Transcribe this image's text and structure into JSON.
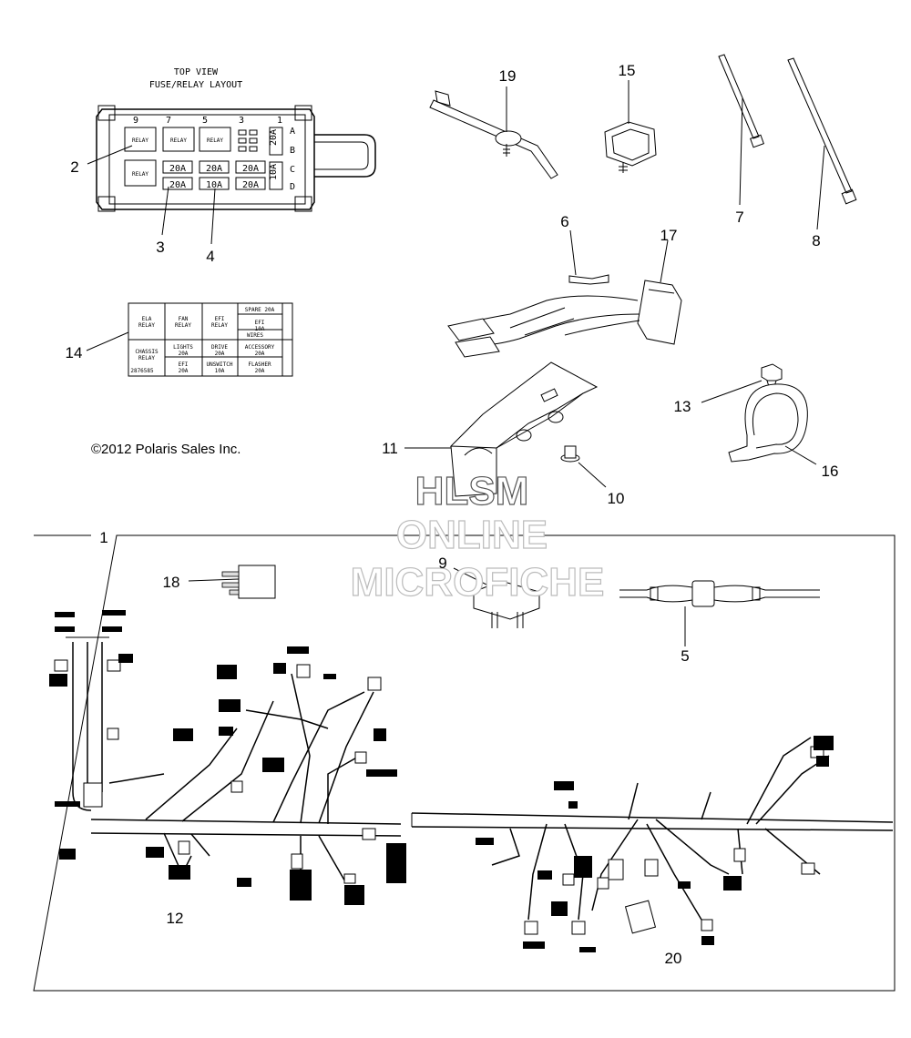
{
  "fuse_box": {
    "title_line1": "TOP VIEW",
    "title_line2": "FUSE/RELAY LAYOUT",
    "column_numbers": [
      "9",
      "7",
      "5",
      "3",
      "1"
    ],
    "row_letters": [
      "A",
      "B",
      "C",
      "D"
    ],
    "relay_label": "RELAY",
    "fuses_row_c": [
      "20A",
      "20A",
      "20A"
    ],
    "fuses_row_d": [
      "20A",
      "10A",
      "20A"
    ],
    "side_fuse_top": "20A",
    "side_fuse_bottom": "10A"
  },
  "decal": {
    "r1c1": "ELA\nRELAY",
    "r1c2": "FAN\nRELAY",
    "r1c3": "EFI\nRELAY",
    "r1c4a": "SPARE 20A",
    "r1c4b": "EFI\n10A",
    "r1c4c": "WIRES",
    "r2c1": "CHASSIS\nRELAY",
    "r2c2": "LIGHTS\n20A",
    "r2c3": "DRIVE\n20A",
    "r2c4": "ACCESSORY\n20A",
    "r3c2": "EFI\n20A",
    "r3c3": "UNSWITCH\n10A",
    "r3c4": "FLASHER\n20A",
    "part_no": "2876585"
  },
  "copyright": "©2012 Polaris Sales Inc.",
  "watermark": {
    "line1": "HLSM",
    "line2": "ONLINE",
    "line3": "MICROFICHE"
  },
  "callouts": {
    "c1": "1",
    "c2": "2",
    "c3": "3",
    "c4": "4",
    "c5": "5",
    "c6": "6",
    "c7": "7",
    "c8": "8",
    "c9": "9",
    "c10": "10",
    "c11": "11",
    "c12": "12",
    "c13": "13",
    "c14": "14",
    "c15": "15",
    "c16": "16",
    "c17": "17",
    "c18": "18",
    "c19": "19",
    "c20": "20"
  }
}
